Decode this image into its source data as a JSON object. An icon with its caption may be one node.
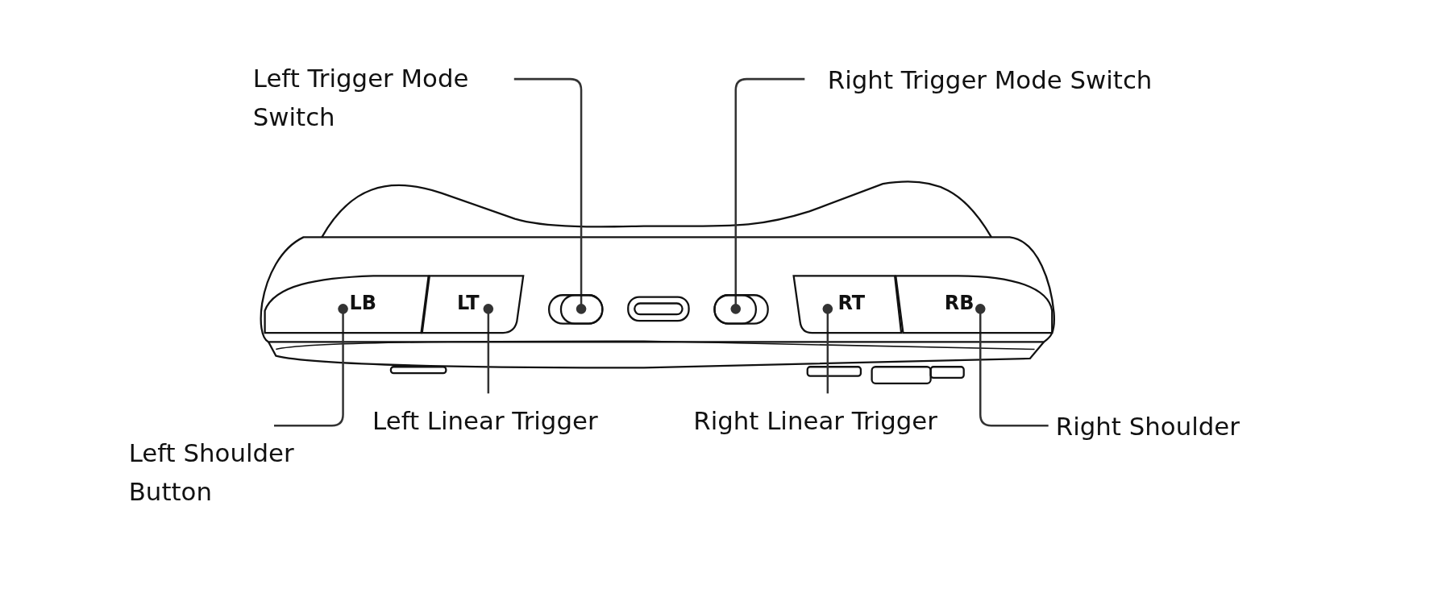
{
  "diagram": {
    "nodes": [
      {
        "text": [
          "Left Trigger Mode Switch"
        ]
      },
      {
        "text": [
          "Right Trigger Mode Switch"
        ]
      },
      {
        "text": [
          "LB"
        ]
      },
      {
        "text": [
          "LT"
        ]
      },
      {
        "text": [],
        "shape": "switch"
      },
      {
        "text": [],
        "shape": "switch"
      },
      {
        "text": [
          "RT"
        ]
      },
      {
        "text": [
          "RB"
        ]
      },
      {
        "text": [
          "Left Linear Trigger"
        ]
      },
      {
        "text": [
          "Right Linear Trigger"
        ]
      },
      {
        "text": [
          "Right Shoulder"
        ]
      },
      {
        "text": [
          "Left Shoulder Button"
        ]
      }
    ],
    "edges": [
      {
        "from": 0,
        "to": 4,
        "arrow": "none"
      },
      {
        "from": 1,
        "to": 5,
        "arrow": "none"
      },
      {
        "from": 11,
        "to": 2,
        "arrow": "none"
      },
      {
        "from": 8,
        "to": 3,
        "arrow": "none"
      },
      {
        "from": 9,
        "to": 6,
        "arrow": "none"
      },
      {
        "from": 10,
        "to": 7,
        "arrow": "none"
      }
    ]
  }
}
